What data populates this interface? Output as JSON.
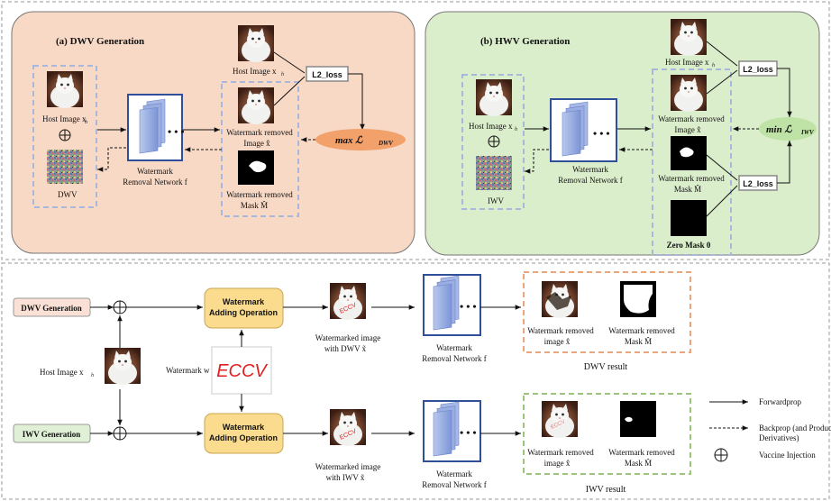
{
  "dwv_panel": {
    "title": "(a) DWV Generation",
    "host_image_top": "Host Image x",
    "host_image_left": "Host Image x",
    "dwv_label": "DWV",
    "network_label_1": "Watermark",
    "network_label_2": "Removal Network f",
    "loss_label": "L2_loss",
    "objective": "max ℒ",
    "objective_sub": "DWV",
    "wr_image_1": "Watermark removed",
    "wr_image_2": "Image x̂",
    "wr_mask_1": "Watermark removed",
    "wr_mask_2": "Mask M̂"
  },
  "hwv_panel": {
    "title": "(b) HWV Generation",
    "host_image_top": "Host Image x",
    "host_image_left": "Host Image x",
    "iwv_label": "IWV",
    "network_label_1": "Watermark",
    "network_label_2": "Removal Network f",
    "loss_label_1": "L2_loss",
    "loss_label_2": "L2_loss",
    "objective": "min ℒ",
    "objective_sub": "IWV",
    "wr_image_1": "Watermark removed",
    "wr_image_2": "Image x̂",
    "wr_mask_1": "Watermark removed",
    "wr_mask_2": "Mask M̂",
    "zero_mask": "Zero Mask 0"
  },
  "bottom": {
    "dwv_generation": "DWV Generation",
    "iwv_generation": "IWV Generation",
    "host_image": "Host Image x",
    "watermark_label": "Watermark w",
    "eccv": "ECCV",
    "adding_op_1": "Watermark",
    "adding_op_2": "Adding Operation",
    "wm_image_dwv_1": "Watermarked image",
    "wm_image_dwv_2": "with DWV x̃",
    "wm_image_iwv_1": "Watermarked image",
    "wm_image_iwv_2": "with IWV x̃",
    "network_1": "Watermark",
    "network_2": "Removal Network f",
    "res_img_1": "Watermark removed",
    "res_img_2": "image x̂",
    "res_mask_1": "Watermark removed",
    "res_mask_2": "Mask M̂",
    "dwv_result": "DWV result",
    "iwv_result": "IWV result"
  },
  "legend": {
    "forwardprop": "Forwardprop",
    "backprop_1": "Backprop (and Produce",
    "backprop_2": "Derivatives)",
    "vaccine": "Vaccine Injection"
  },
  "colors": {
    "dwv_panel_bg": "#f8d9c6",
    "hwv_panel_bg": "#dbeecb",
    "orange_ellipse": "#f2a16a",
    "green_ellipse": "#bfe3a6",
    "adding_box": "#fbdc8f",
    "net_blue": "#2f4f9a"
  }
}
